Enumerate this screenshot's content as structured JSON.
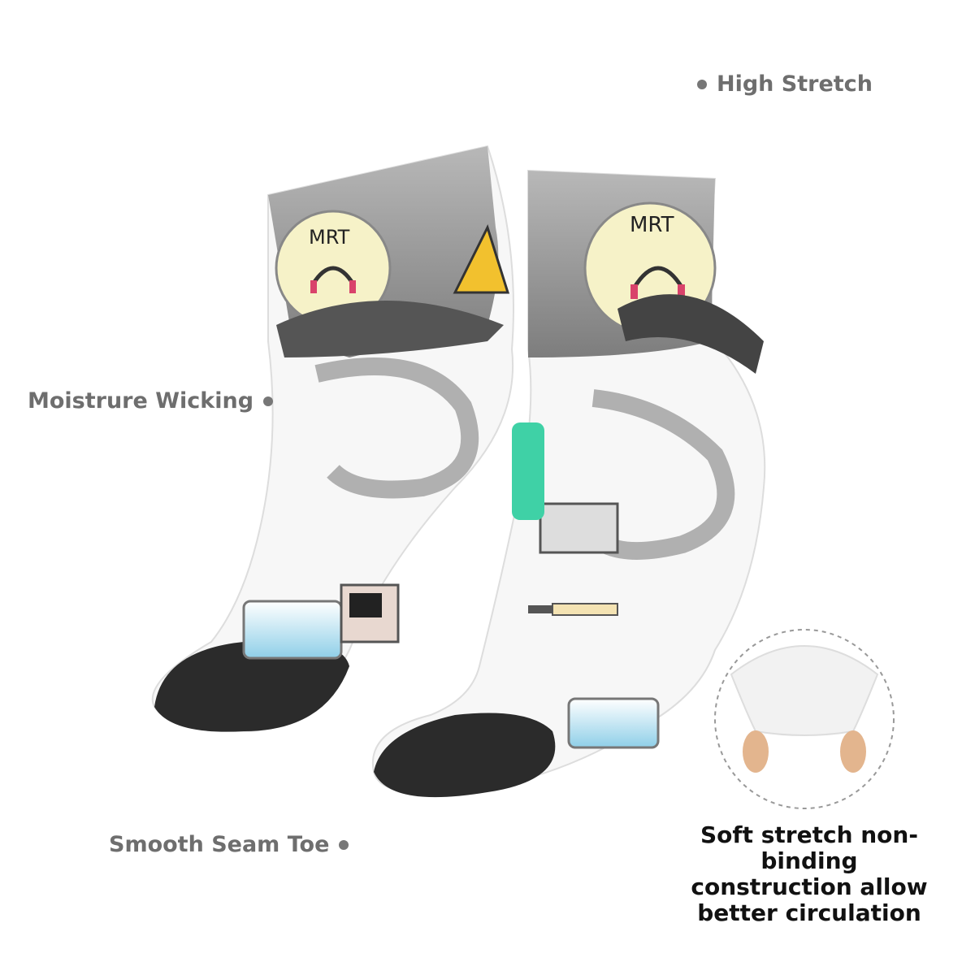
{
  "labels": {
    "high_stretch": "High Stretch",
    "moisture_wicking": "Moistrure Wicking",
    "smooth_seam_toe": "Smooth Seam Toe"
  },
  "sock_print": {
    "mrt_text": "MRT"
  },
  "caption_lines": [
    "Soft stretch non-binding",
    "construction allow",
    "better circulation"
  ],
  "colors": {
    "label_gray": "#6e6e6e",
    "toe_black": "#2b2b2b",
    "cuff_gray": "#9b9b9b",
    "warning_yellow": "#f2c12e",
    "accent_teal": "#3fd1a6",
    "headphone_red": "#d9436b"
  }
}
